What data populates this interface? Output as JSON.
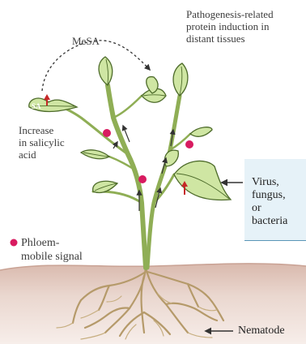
{
  "labels": {
    "top_line": "",
    "pr_induction": [
      "Pathogenesis-related",
      "protein induction in",
      "distant tissues"
    ],
    "mesa": "MeSA",
    "sa_increase": [
      "Increase",
      "in salicylic",
      "acid"
    ],
    "sa_badge": "SA",
    "pathogens": [
      "Virus,",
      "fungus,",
      "or",
      "bacteria"
    ],
    "legend": [
      "Phloem-",
      "mobile signal"
    ],
    "nematode": "Nematode"
  },
  "colors": {
    "leaf_fill": "#cfe6a3",
    "leaf_stroke": "#4d6b2a",
    "signal_dot": "#d81b60",
    "soil": "#ead7cf",
    "pathogen_box": "#e6f2f8",
    "nematode_box": "#fbf6b5"
  }
}
